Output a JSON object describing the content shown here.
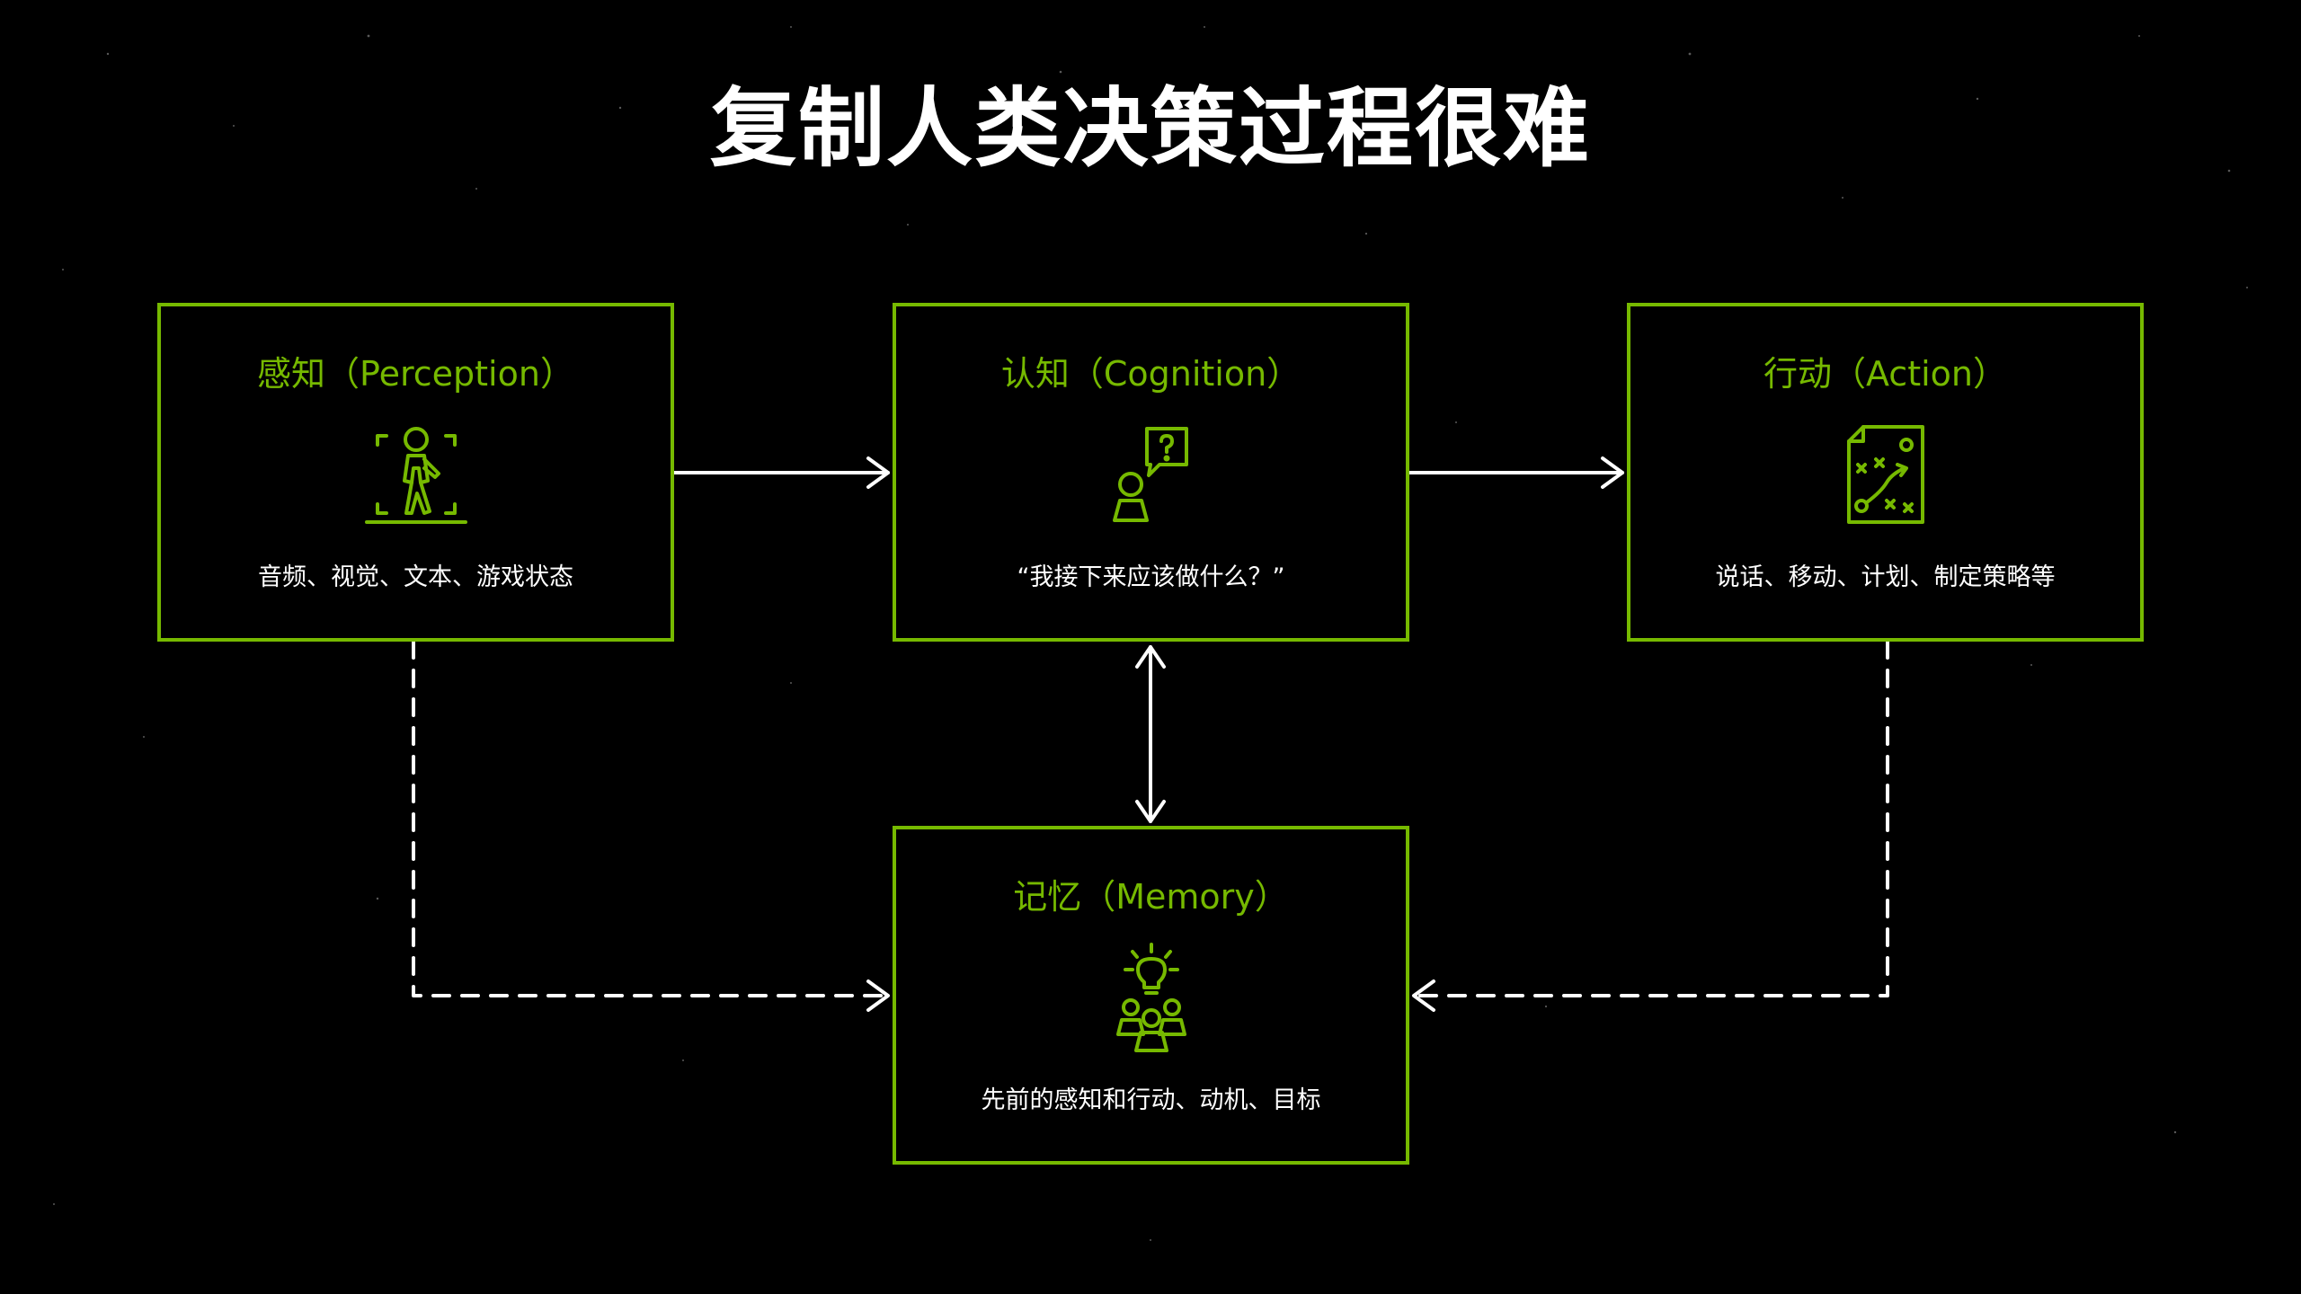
{
  "title": "复制人类决策过程很难",
  "colors": {
    "background": "#000000",
    "accent": "#76b900",
    "text": "#ffffff"
  },
  "nodes": {
    "perception": {
      "title": "感知（Perception）",
      "icon": "walking-person-frame-icon",
      "description": "音频、视觉、文本、游戏状态"
    },
    "cognition": {
      "title": "认知（Cognition）",
      "icon": "person-question-bubble-icon",
      "description": "“我接下来应该做什么？”"
    },
    "action": {
      "title": "行动（Action）",
      "icon": "strategy-play-map-icon",
      "description": "说话、移动、计划、制定策略等"
    },
    "memory": {
      "title": "记忆（Memory）",
      "icon": "group-lightbulb-icon",
      "description": "先前的感知和行动、动机、目标"
    }
  },
  "edges": [
    {
      "from": "perception",
      "to": "cognition",
      "style": "solid",
      "direction": "forward"
    },
    {
      "from": "cognition",
      "to": "action",
      "style": "solid",
      "direction": "forward"
    },
    {
      "from": "cognition",
      "to": "memory",
      "style": "solid",
      "direction": "both"
    },
    {
      "from": "perception",
      "to": "memory",
      "style": "dashed",
      "direction": "forward"
    },
    {
      "from": "action",
      "to": "memory",
      "style": "dashed",
      "direction": "forward"
    }
  ]
}
